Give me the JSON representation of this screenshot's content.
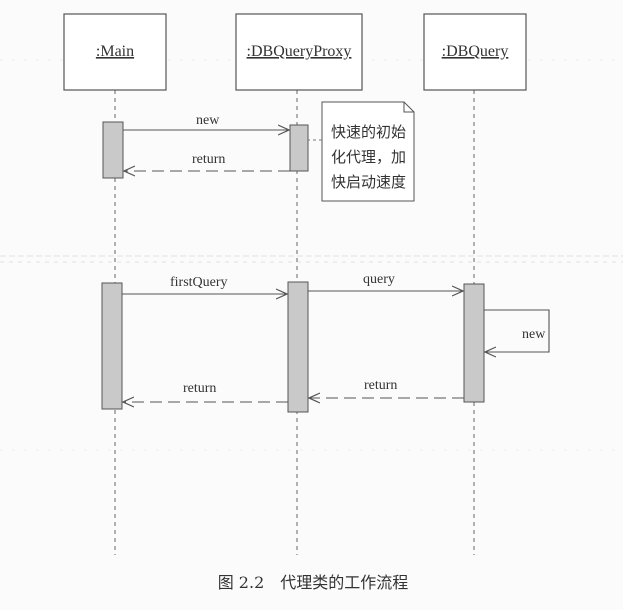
{
  "participants": [
    {
      "id": "main",
      "label": ":Main"
    },
    {
      "id": "proxy",
      "label": ":DBQueryProxy"
    },
    {
      "id": "db",
      "label": ":DBQuery"
    }
  ],
  "messages": {
    "new_main_proxy": "new",
    "return_proxy_main_1": "return",
    "firstQuery": "firstQuery",
    "query": "query",
    "new_self_db": "new",
    "return_db_proxy": "return",
    "return_proxy_main_2": "return"
  },
  "note": {
    "lines": [
      "快速的初始",
      "化代理，加",
      "快启动速度"
    ]
  },
  "caption": "图 2.2　代理类的工作流程"
}
